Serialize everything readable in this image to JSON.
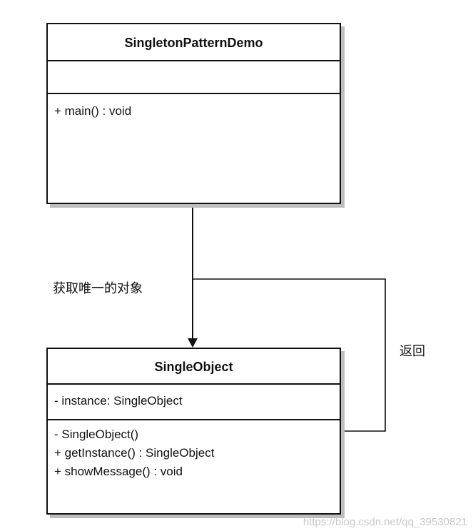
{
  "diagram": {
    "classes": [
      {
        "id": "demo",
        "name": "SingletonPatternDemo",
        "attributes": [],
        "operations": [
          "+ main() : void"
        ]
      },
      {
        "id": "single",
        "name": "SingleObject",
        "attributes": [
          "- instance: SingleObject"
        ],
        "operations": [
          "- SingleObject()",
          "+ getInstance() : SingleObject",
          "+ showMessage() : void"
        ]
      }
    ],
    "relations": [
      {
        "from": "SingletonPatternDemo",
        "to": "SingleObject",
        "label": "获取唯一的对象"
      },
      {
        "from": "SingleObject",
        "to": "SingletonPatternDemo",
        "label": "返回"
      }
    ],
    "colors": {
      "line": "#111111",
      "shadow": "#bdbdbd",
      "background": "#ffffff"
    }
  },
  "watermark": "https://blog.csdn.net/qq_39530821"
}
